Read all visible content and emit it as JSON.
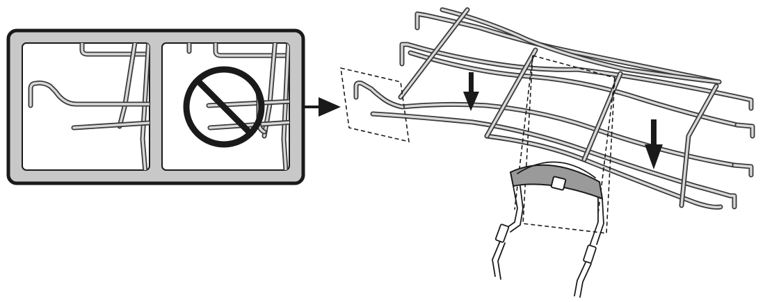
{
  "figure": {
    "panels": [
      {
        "id": "correct",
        "state": "allowed"
      },
      {
        "id": "incorrect",
        "state": "prohibited",
        "icon": "no-symbol-icon"
      }
    ],
    "pointer": "arrow-right-icon",
    "press_arrows": [
      "arrow-down-icon",
      "arrow-down-icon"
    ],
    "colors": {
      "frame": "#1a1a1a",
      "panel_bg": "#c8c8c8",
      "wire": "#3a3a3a",
      "band": "#9a9a9a"
    }
  }
}
